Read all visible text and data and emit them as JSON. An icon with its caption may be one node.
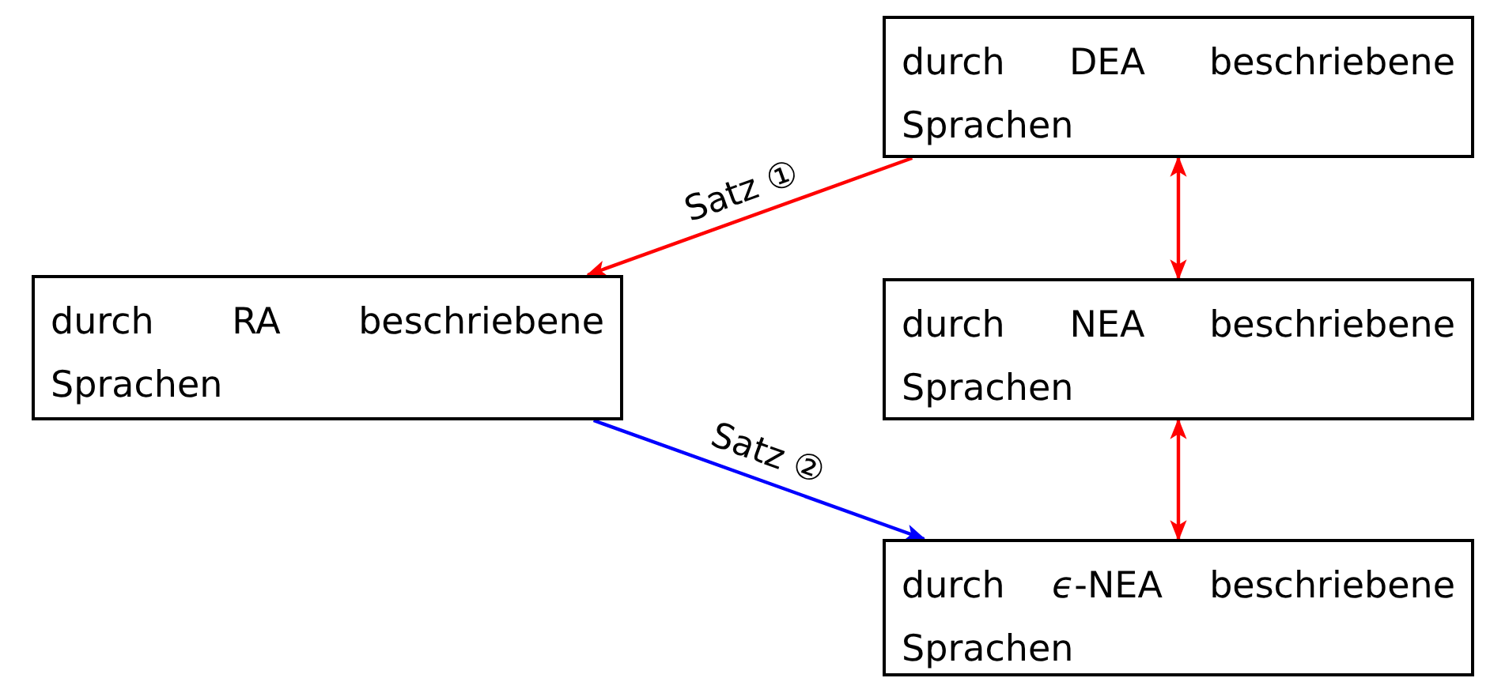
{
  "diagram": {
    "nodes": [
      {
        "text": [
          "durch DEA beschriebene Sprachen"
        ]
      },
      {
        "text": [
          "durch RA beschriebene Sprachen"
        ]
      },
      {
        "text": [
          "durch NEA beschriebene Sprachen"
        ]
      },
      {
        "text": [
          "durch *ϵ*-NEA beschriebene Sprachen"
        ]
      }
    ],
    "edges": [
      {
        "from": 0,
        "to": 1,
        "arrow": "to",
        "label": "Satz ①"
      },
      {
        "from": 1,
        "to": 3,
        "arrow": "to",
        "label": "Satz ②",
        "color": "#0000ff"
      },
      {
        "from": 0,
        "to": 2,
        "arrow": "both"
      },
      {
        "from": 2,
        "to": 3,
        "arrow": "both"
      }
    ]
  }
}
